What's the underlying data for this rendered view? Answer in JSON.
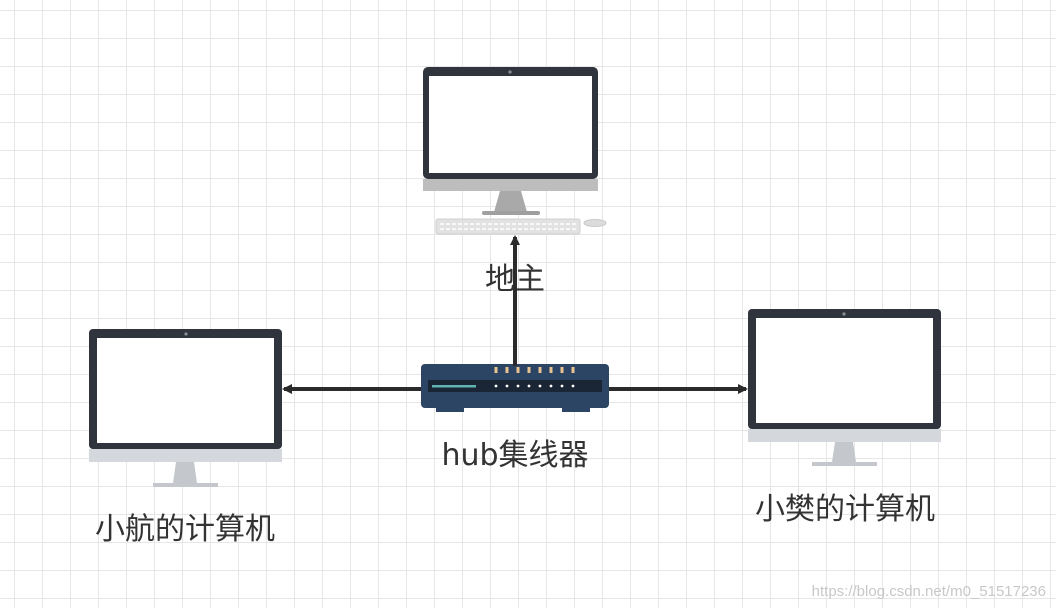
{
  "nodes": {
    "landlord": {
      "label": "地主"
    },
    "hub": {
      "label": "hub集线器"
    },
    "left_computer": {
      "label": "小航的计算机"
    },
    "right_computer": {
      "label": "小樊的计算机"
    }
  },
  "edges": [
    {
      "from": "hub",
      "to": "landlord"
    },
    {
      "from": "hub",
      "to": "left_computer"
    },
    {
      "from": "hub",
      "to": "right_computer"
    }
  ],
  "watermark": "https://blog.csdn.net/m0_51517236",
  "colors": {
    "monitor_frame": "#2f343d",
    "monitor_stand": "#c4c8cd",
    "hub_body": "#2c4565",
    "hub_port_light": "#e9c58e",
    "arrow": "#2b2b2b",
    "grid": "#e6e6e6"
  }
}
